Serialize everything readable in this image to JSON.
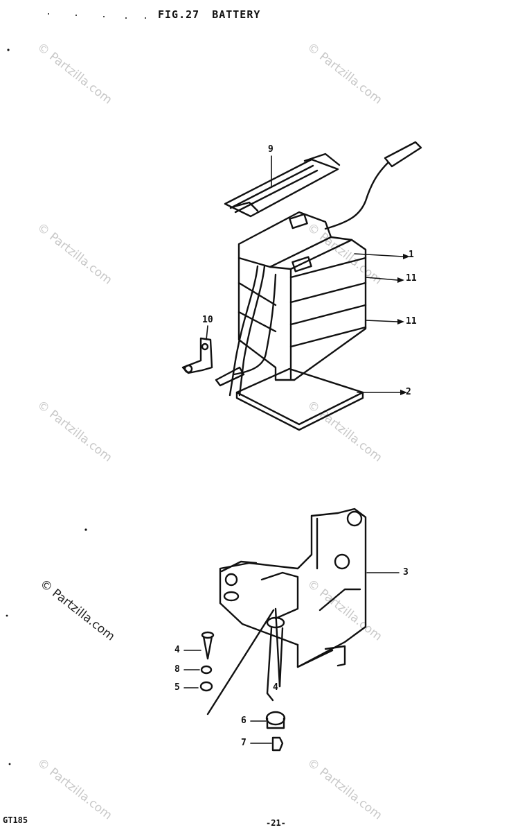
{
  "header": {
    "figure_label": "FIG.27",
    "figure_title": "BATTERY"
  },
  "watermark": {
    "text": "© Partzilla.com"
  },
  "callouts": {
    "c1": "1",
    "c11a": "11",
    "c11b": "11",
    "c2": "2",
    "c9": "9",
    "c10": "10",
    "c3": "3",
    "c4a": "4",
    "c8": "8",
    "c5": "5",
    "c4b": "4",
    "c6": "6",
    "c7": "7"
  },
  "footer": {
    "model": "GT185",
    "page": "-21-"
  }
}
